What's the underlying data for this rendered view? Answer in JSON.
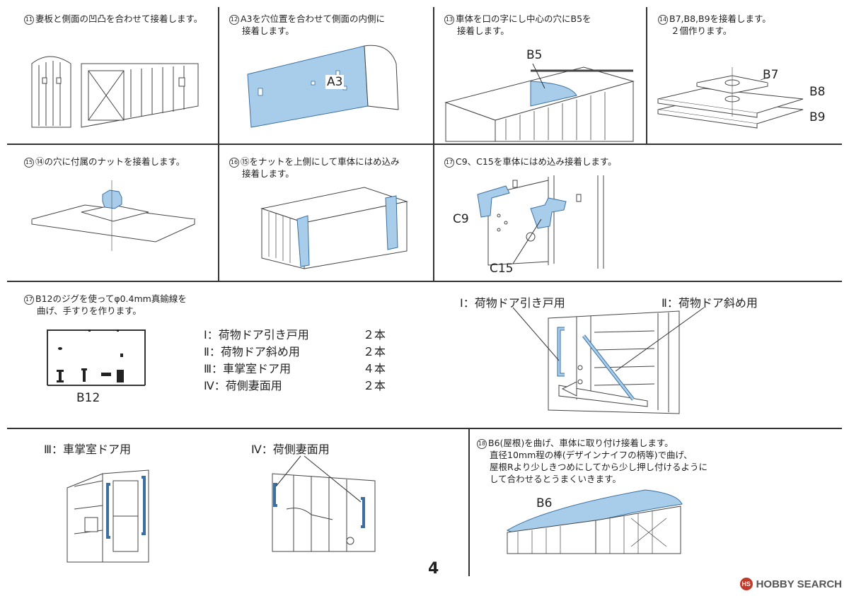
{
  "steps": {
    "s11": {
      "num": "11",
      "line1": "妻板と側面の凹凸を合わせて接着します。",
      "line2": ""
    },
    "s12": {
      "num": "12",
      "line1": "A3を穴位置を合わせて側面の内側に",
      "line2": "接着します。"
    },
    "s13": {
      "num": "13",
      "line1": "車体を口の字にし中心の穴にB5を",
      "line2": "接着します。"
    },
    "s14": {
      "num": "14",
      "line1": "B7,B8,B9を接着します。",
      "line2": "２個作ります。"
    },
    "s15": {
      "num": "15",
      "line1": "⑭の穴に付属のナットを接着します。",
      "line2": ""
    },
    "s16": {
      "num": "16",
      "line1": "⑮をナットを上側にして車体にはめ込み",
      "line2": "接着します。"
    },
    "s17a": {
      "num": "17",
      "line1": "C9、C15を車体にはめ込み接着します。",
      "line2": ""
    },
    "s17b": {
      "num": "17",
      "line1": "B12のジグを使ってφ0.4mm真鍮線を",
      "line2": "曲げ、手すりを作ります。"
    },
    "s18": {
      "num": "18",
      "line1": "B6(屋根)を曲げ、車体に取り付け接着します。",
      "line2": "直径10mm程の棒(デザインナイフの柄等)で曲げ、",
      "line3": "屋根Rより少しきつめにしてから少し押し付けるように",
      "line4": "して合わせるとうまくいきます。"
    }
  },
  "parts": {
    "a3": "A3",
    "b5": "B5",
    "b7": "B7",
    "b8": "B8",
    "b9": "B9",
    "c9": "C9",
    "c15": "C15",
    "b12": "B12",
    "b6": "B6"
  },
  "handrails": [
    {
      "label": "Ⅰ：荷物ドア引き戸用",
      "qty": "２本"
    },
    {
      "label": "Ⅱ：荷物ドア斜め用",
      "qty": "２本"
    },
    {
      "label": "Ⅲ：車掌室ドア用",
      "qty": "４本"
    },
    {
      "label": "Ⅳ：荷側妻面用",
      "qty": "２本"
    }
  ],
  "figure_labels": {
    "i_label": "Ⅰ：荷物ドア引き戸用",
    "ii_label": "Ⅱ：荷物ドア斜め用",
    "iii_label": "Ⅲ：車掌室ドア用",
    "iv_label": "Ⅳ：荷側妻面用"
  },
  "page_number": "4",
  "watermark": {
    "logo_text": "HS",
    "text": "HOBBY SEARCH"
  },
  "colors": {
    "accent_blue": "#a8cdea",
    "line": "#333333"
  }
}
